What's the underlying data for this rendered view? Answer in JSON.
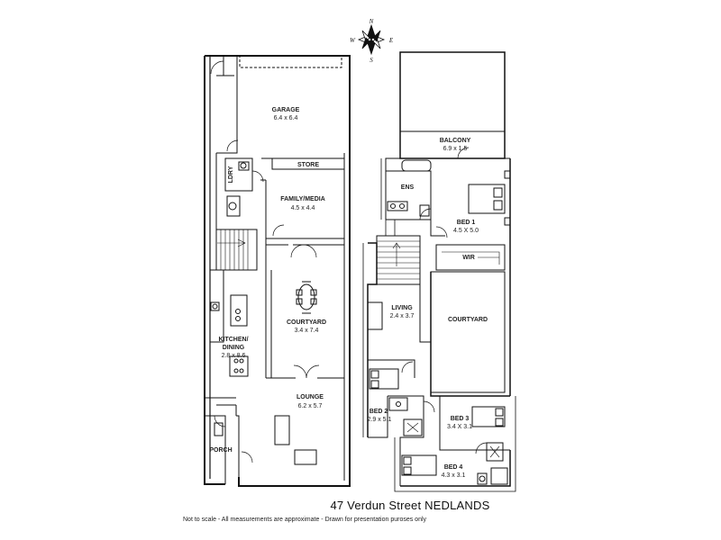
{
  "compass": {
    "n": "N",
    "e": "E",
    "s": "S",
    "w": "W"
  },
  "ground_floor": {
    "rooms": [
      {
        "id": "garage",
        "label": "GARAGE",
        "dims": "6.4 x 6.4"
      },
      {
        "id": "store",
        "label": "STORE"
      },
      {
        "id": "ldry",
        "label": "LDRY"
      },
      {
        "id": "family",
        "label": "FAMILY/MEDIA",
        "dims": "4.5 x 4.4"
      },
      {
        "id": "courtyard",
        "label": "COURTYARD",
        "dims": "3.4 x 7.4"
      },
      {
        "id": "kitchen",
        "label": "KITCHEN/",
        "label2": "DINING",
        "dims": "2.8 x 8.6"
      },
      {
        "id": "lounge",
        "label": "LOUNGE",
        "dims": "6.2 x 5.7"
      },
      {
        "id": "porch",
        "label": "PORCH"
      }
    ]
  },
  "upper_floor": {
    "rooms": [
      {
        "id": "balcony",
        "label": "BALCONY",
        "dims": "6.9 x 1.5"
      },
      {
        "id": "ens",
        "label": "ENS"
      },
      {
        "id": "bed1",
        "label": "BED 1",
        "dims": "4.5 X 5.0"
      },
      {
        "id": "wir",
        "label": "WIR"
      },
      {
        "id": "living",
        "label": "LIVING",
        "dims": "2.4 x 3.7"
      },
      {
        "id": "courtyard2",
        "label": "COURTYARD"
      },
      {
        "id": "bed2",
        "label": "BED 2",
        "dims": "2.9 x 5.1"
      },
      {
        "id": "bed3",
        "label": "BED 3",
        "dims": "3.4 X 3.1"
      },
      {
        "id": "bed4",
        "label": "BED 4",
        "dims": "4.3 x 3.1"
      }
    ]
  },
  "footer": {
    "address": "47 Verdun Street NEDLANDS",
    "disclaimer": "Not to scale - All measurements are approximate - Drawn for presentation puroses only"
  }
}
